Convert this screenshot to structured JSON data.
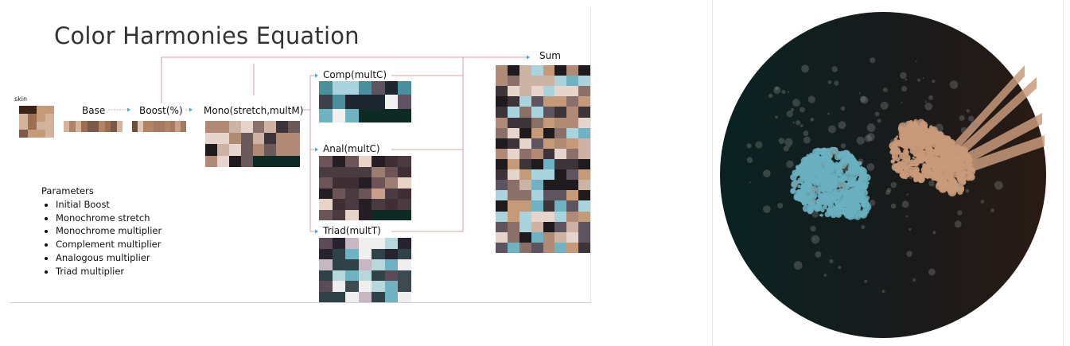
{
  "slide": {
    "title": "Color Harmonies Equation",
    "labels": {
      "skin": "skin",
      "base": "Base",
      "boost": "Boost(%)",
      "mono": "Mono(stretch,multM)",
      "comp": "Comp(multC)",
      "anal": "Anal(multC)",
      "triad": "Triad(multT)",
      "sum": "Sum"
    },
    "parameters": {
      "heading": "Parameters",
      "items": [
        "Initial Boost",
        "Monochrome stretch",
        "Monochrome multiplier",
        "Complement multiplier",
        "Analogous multiplier",
        "Triad multiplier"
      ]
    }
  },
  "colors": {
    "skin": "#b08565",
    "teal": "#6fb3c2",
    "dark": "#1b1f26",
    "connector": "#c98a8a",
    "arrow": "#4aa6c9",
    "scope_bg": "#0c1c1c",
    "scope_warm": "#c99a7a",
    "scope_cool": "#6ab0c0"
  },
  "vectorscope": {
    "icon": "vectorscope-icon"
  }
}
